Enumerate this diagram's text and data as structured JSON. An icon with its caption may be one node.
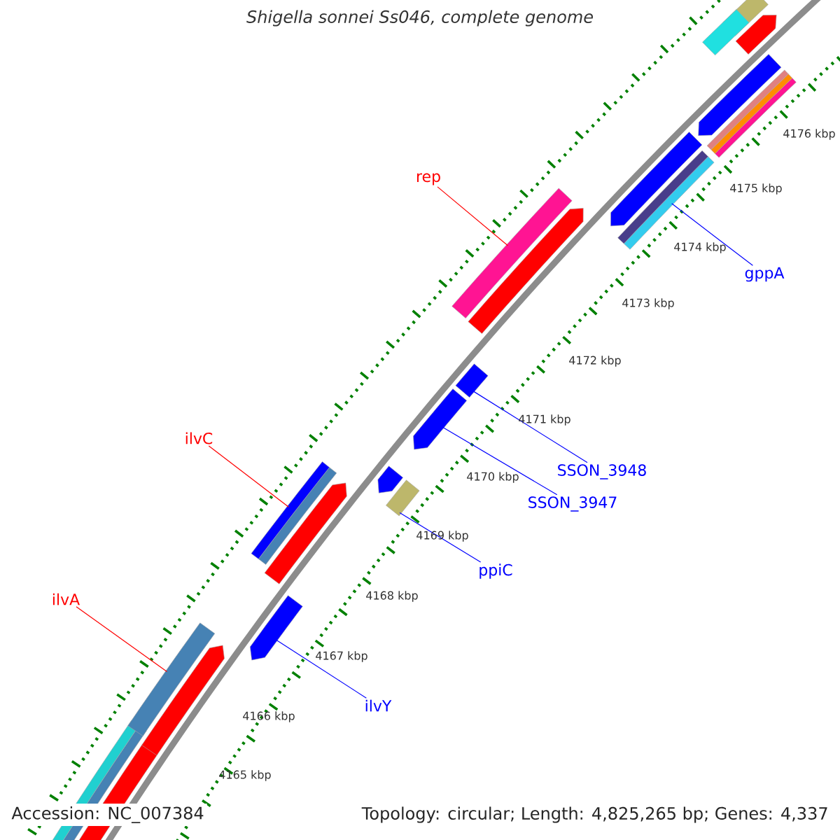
{
  "diagram": {
    "title": "Shigella sonnei Ss046, complete genome",
    "nodes": [
      {
        "text": [
          "rep"
        ]
      },
      {
        "text": [],
        "shape": "bar"
      },
      {
        "text": [
          "ilvC"
        ]
      },
      {
        "text": [],
        "shape": "bar"
      },
      {
        "text": [
          "ilvA"
        ]
      },
      {
        "text": [],
        "shape": "bar"
      },
      {
        "text": [
          "gppA"
        ]
      },
      {
        "text": [],
        "shape": "bar"
      },
      {
        "text": [
          "SSON_3948"
        ]
      },
      {
        "text": [],
        "shape": "bar"
      },
      {
        "text": [
          "SSON_3947"
        ]
      },
      {
        "text": [],
        "shape": "bar"
      },
      {
        "text": [
          "ppiC"
        ]
      },
      {
        "text": [],
        "shape": "bar"
      },
      {
        "text": [
          "ilvY"
        ]
      },
      {
        "text": [],
        "shape": "bar"
      }
    ],
    "edges": [
      {
        "from": 0,
        "to": 1,
        "arrow": "none",
        "color": "#ff0000"
      },
      {
        "from": 2,
        "to": 3,
        "arrow": "none",
        "color": "#ff0000"
      },
      {
        "from": 4,
        "to": 5,
        "arrow": "none",
        "color": "#ff0000"
      },
      {
        "from": 6,
        "to": 7,
        "arrow": "none"
      },
      {
        "from": 8,
        "to": 9,
        "arrow": "none"
      },
      {
        "from": 10,
        "to": 11,
        "arrow": "none"
      },
      {
        "from": 12,
        "to": 13,
        "arrow": "none"
      },
      {
        "from": 14,
        "to": 15,
        "arrow": "none"
      }
    ],
    "labels": [
      "4176 kbp",
      "4175 kbp",
      "4174 kbp",
      "4173 kbp",
      "4172 kbp",
      "4171 kbp",
      "4170 kbp",
      "4169 kbp",
      "4168 kbp",
      "4167 kbp",
      "4166 kbp",
      "4165 kbp",
      "Accession: NC_007384",
      "Topology: circular; Length: 4,825,265 bp; Genes: 4,337"
    ]
  }
}
